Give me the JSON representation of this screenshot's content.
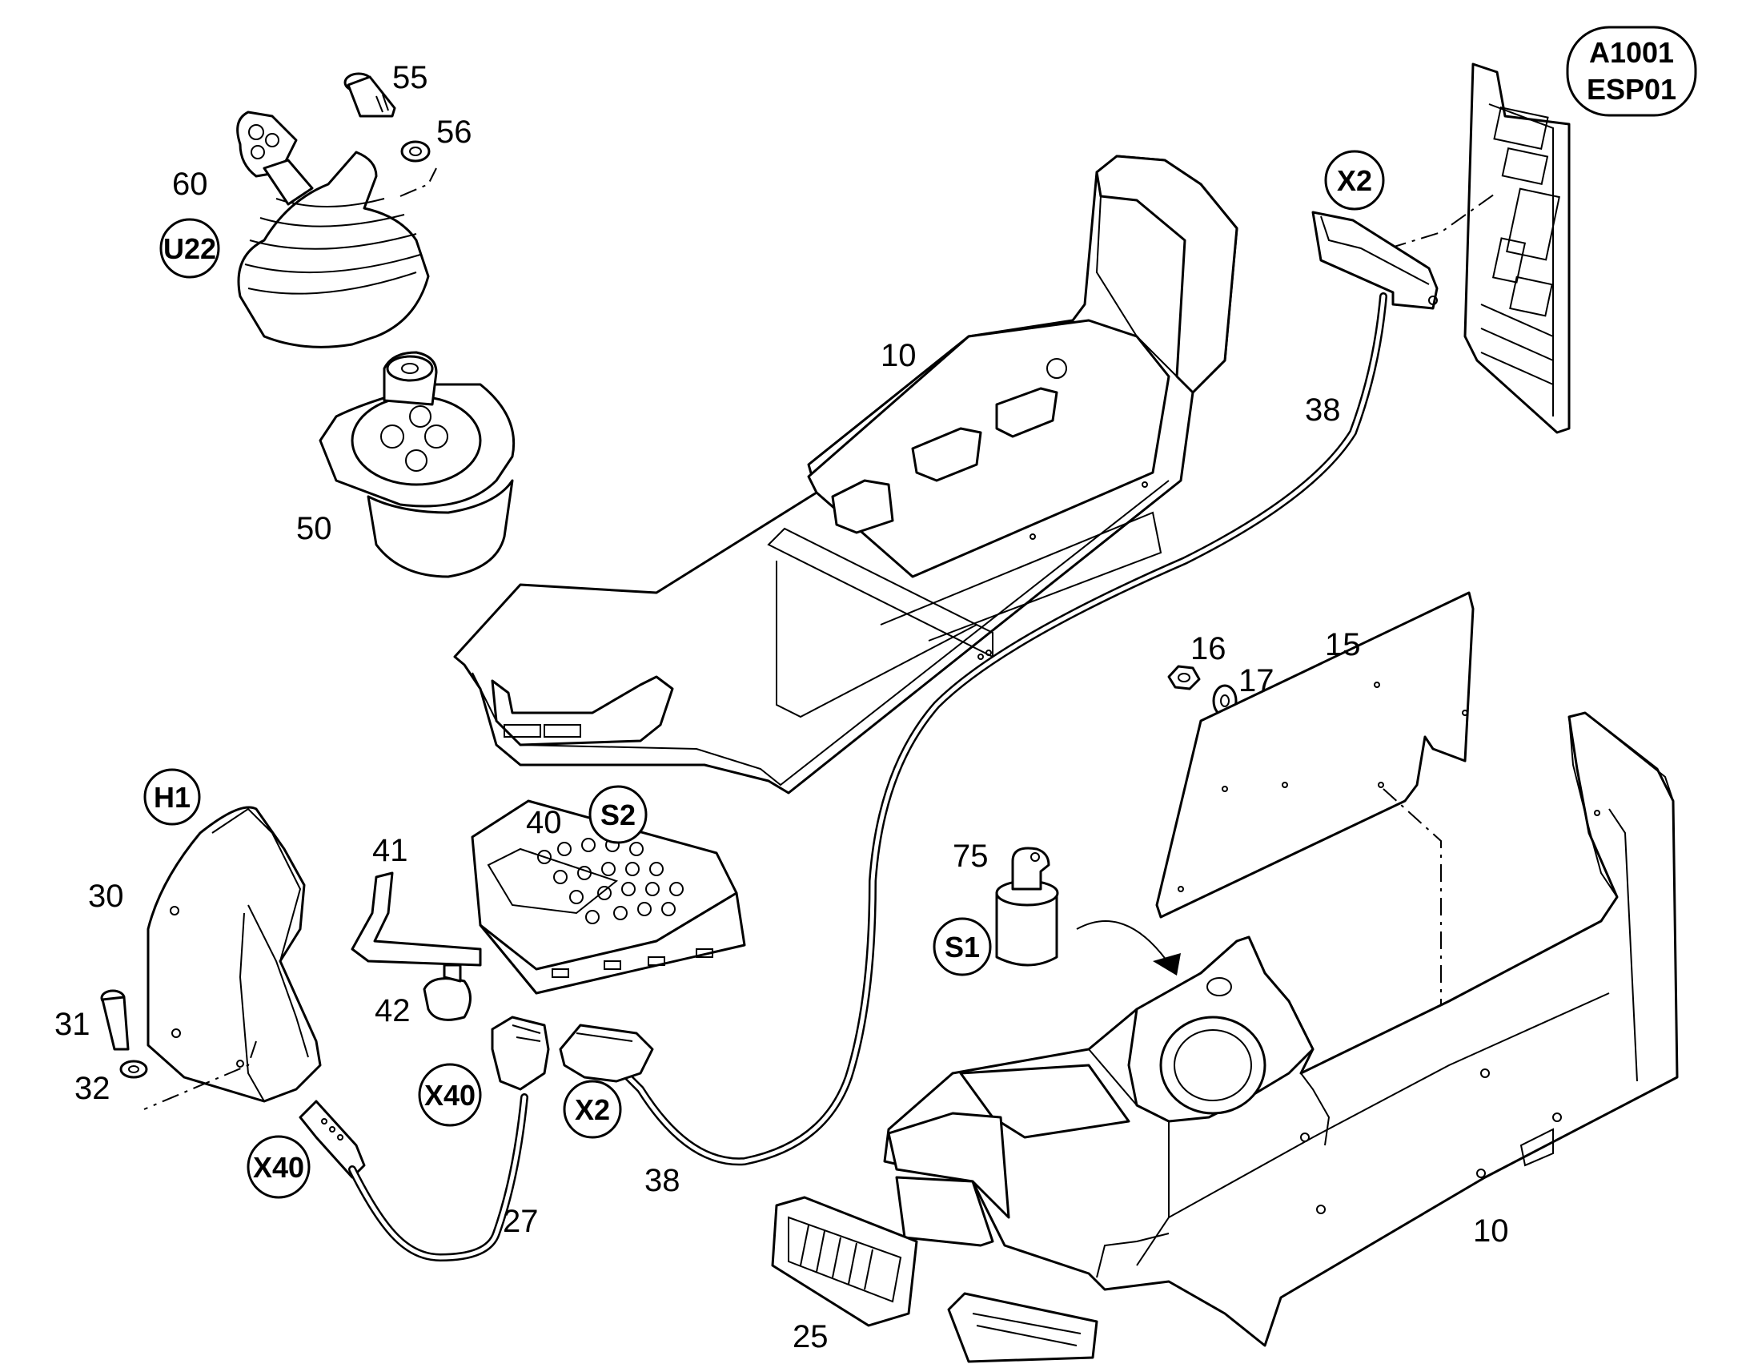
{
  "item_numbers": {
    "n55": "55",
    "n56": "56",
    "n60": "60",
    "n50": "50",
    "n10_top": "10",
    "n38_top": "38",
    "n16": "16",
    "n17": "17",
    "n15": "15",
    "n41": "41",
    "n40": "40",
    "n30": "30",
    "n75": "75",
    "n31": "31",
    "n42": "42",
    "n32": "32",
    "n38_bottom": "38",
    "n27": "27",
    "n25": "25",
    "n10_bottom": "10"
  },
  "references": {
    "u22": "U22",
    "a1001_line1": "A1001",
    "a1001_line2": "ESP01",
    "x2_top": "X2",
    "h1": "H1",
    "s2": "S2",
    "s1": "S1",
    "x40_left": "X40",
    "x40_right": "X40",
    "x2_bottom": "X2"
  }
}
